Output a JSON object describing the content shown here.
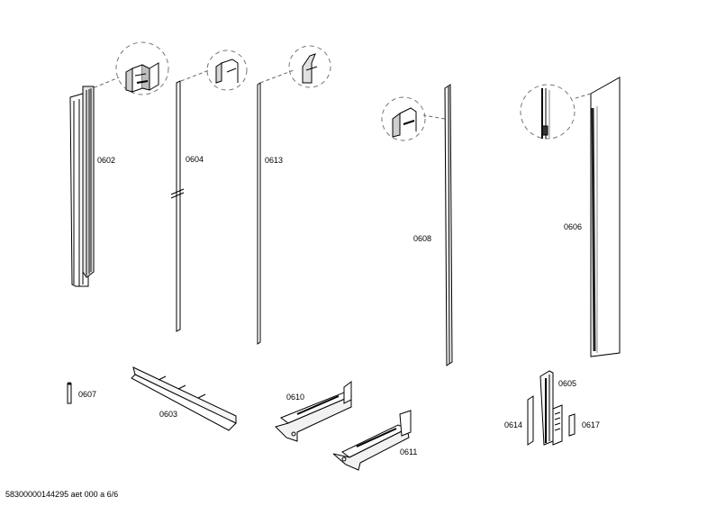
{
  "parts": {
    "p0602": "0602",
    "p0604": "0604",
    "p0613": "0613",
    "p0608": "0608",
    "p0606": "0606",
    "p0607": "0607",
    "p0603": "0603",
    "p0610": "0610",
    "p0611": "0611",
    "p0605": "0605",
    "p0614": "0614",
    "p0617": "0617"
  },
  "footer": {
    "doc_id": "58300000144295 aet 000 a 6/6"
  }
}
